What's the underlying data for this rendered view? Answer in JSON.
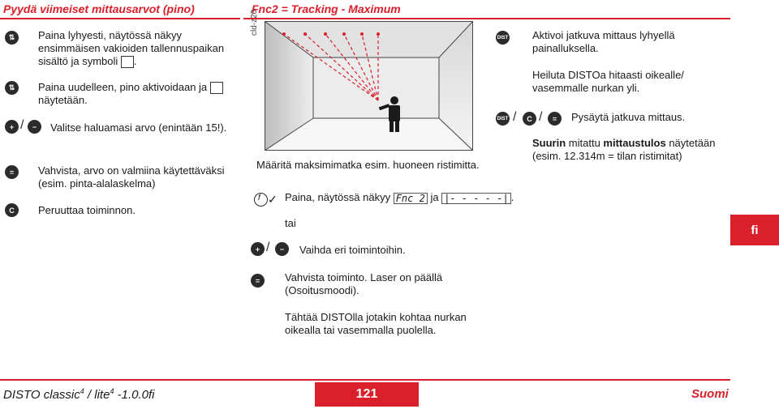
{
  "header": {
    "left_title": "Pyydä viimeiset mittausarvot (pino)",
    "middle_title": "Fnc2 = Tracking - Maximum"
  },
  "left": {
    "item1": "Paina lyhyesti, näytössä näkyy ensimmäisen vakioiden tallennuspaikan sisältö ja symboli",
    "item1_end": ".",
    "item2": "Paina uudelleen, pino aktivoidaan ja",
    "item2_end": "näytetään.",
    "item3": "Valitse haluamasi arvo (enintään 15!).",
    "item4": "Vahvista, arvo on valmiina käytettäväksi (esim. pinta-alalaskelma)",
    "item5": "Peruuttaa toiminnon."
  },
  "middle": {
    "figure_id": "cld-z20",
    "caption": "Määritä maksimimatka esim. huoneen ristimitta.",
    "step1": "Paina, näytössä näkyy",
    "lcd1": "Fnc 2",
    "step1_mid": "ja",
    "lcd2": "|- - - - -|",
    "step1_end": ".",
    "tai": "tai",
    "step2": "Vaihda eri toimintoihin.",
    "step3": "Vahvista toiminto. Laser on päällä (Osoitusmoodi).",
    "step4": "Tähtää DISTOlla jotakin kohtaa nurkan oikealla tai vasemmalla puolella."
  },
  "right": {
    "item1": "Aktivoi jatkuva mittaus lyhyellä painalluksella.",
    "item2": "Heiluta DISTOa hitaasti oikealle/ vasemmalle nurkan yli.",
    "item3": "Pysäytä jatkuva mittaus.",
    "item4_bold1": "Suurin",
    "item4_mid": " mitattu ",
    "item4_bold2": "mittaustulos",
    "item4_rest": " näytetään (esim. 12.314m = tilan ristimitat)"
  },
  "tab": {
    "label": "fi"
  },
  "footer": {
    "left": "DISTO classic",
    "sup1": "4",
    "mid": " / lite",
    "sup2": "4",
    "end": " -1.0.0fi",
    "page": "121",
    "language": "Suomi"
  },
  "colors": {
    "accent": "#d9202b",
    "dark": "#2b2b2b"
  }
}
